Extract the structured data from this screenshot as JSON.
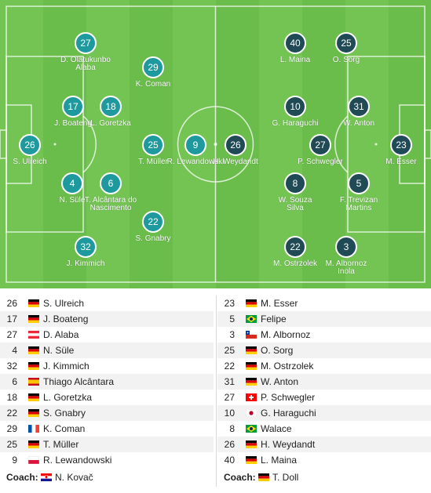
{
  "colors": {
    "home": "#1e9a9e",
    "away": "#1f4a56",
    "grass_light": "#74c454",
    "grass_dark": "#6abd4a"
  },
  "home": {
    "players": [
      {
        "number": "27",
        "name": "D. Olatukunbo Alaba"
      },
      {
        "number": "29",
        "name": "K. Coman"
      },
      {
        "number": "17",
        "name": "J. Boateng"
      },
      {
        "number": "18",
        "name": "L. Goretzka"
      },
      {
        "number": "26",
        "name": "S. Ulreich"
      },
      {
        "number": "25",
        "name": "T. Müller"
      },
      {
        "number": "9",
        "name": "R. Lewandowski"
      },
      {
        "number": "4",
        "name": "N. Süle"
      },
      {
        "number": "6",
        "name": "T. Alcântara do Nascimento"
      },
      {
        "number": "22",
        "name": "S. Gnabry"
      },
      {
        "number": "32",
        "name": "J. Kimmich"
      }
    ],
    "list": [
      {
        "number": "26",
        "flag": "germany-flag",
        "name": "S. Ulreich"
      },
      {
        "number": "17",
        "flag": "germany-flag",
        "name": "J. Boateng"
      },
      {
        "number": "27",
        "flag": "austria-flag",
        "name": "D. Alaba"
      },
      {
        "number": "4",
        "flag": "germany-flag",
        "name": "N. Süle"
      },
      {
        "number": "32",
        "flag": "germany-flag",
        "name": "J. Kimmich"
      },
      {
        "number": "6",
        "flag": "spain-flag",
        "name": "Thiago Alcântara"
      },
      {
        "number": "18",
        "flag": "germany-flag",
        "name": "L. Goretzka"
      },
      {
        "number": "22",
        "flag": "germany-flag",
        "name": "S. Gnabry"
      },
      {
        "number": "29",
        "flag": "france-flag",
        "name": "K. Coman"
      },
      {
        "number": "25",
        "flag": "germany-flag",
        "name": "T. Müller"
      },
      {
        "number": "9",
        "flag": "poland-flag",
        "name": "R. Lewandowski"
      }
    ],
    "coach": {
      "label": "Coach:",
      "flag": "croatia-flag",
      "name": "N. Kovač"
    }
  },
  "away": {
    "players": [
      {
        "number": "40",
        "name": "L. Maina"
      },
      {
        "number": "25",
        "name": "O. Sorg"
      },
      {
        "number": "10",
        "name": "G. Haraguchi"
      },
      {
        "number": "31",
        "name": "W. Anton"
      },
      {
        "number": "27",
        "name": "P. Schwegler"
      },
      {
        "number": "23",
        "name": "M. Esser"
      },
      {
        "number": "26",
        "name": "H. Weydandt"
      },
      {
        "number": "8",
        "name": "W. Souza Silva"
      },
      {
        "number": "5",
        "name": "F. Trevizan Martins"
      },
      {
        "number": "22",
        "name": "M. Ostrzolek"
      },
      {
        "number": "3",
        "name": "M. Albornoz Inola"
      }
    ],
    "list": [
      {
        "number": "23",
        "flag": "germany-flag",
        "name": "M. Esser"
      },
      {
        "number": "5",
        "flag": "brazil-flag",
        "name": "Felipe"
      },
      {
        "number": "3",
        "flag": "chile-flag",
        "name": "M. Albornoz"
      },
      {
        "number": "25",
        "flag": "germany-flag",
        "name": "O. Sorg"
      },
      {
        "number": "22",
        "flag": "germany-flag",
        "name": "M. Ostrzolek"
      },
      {
        "number": "31",
        "flag": "germany-flag",
        "name": "W. Anton"
      },
      {
        "number": "27",
        "flag": "switzerland-flag",
        "name": "P. Schwegler"
      },
      {
        "number": "10",
        "flag": "japan-flag",
        "name": "G. Haraguchi"
      },
      {
        "number": "8",
        "flag": "brazil-flag",
        "name": "Walace"
      },
      {
        "number": "26",
        "flag": "germany-flag",
        "name": "H. Weydandt"
      },
      {
        "number": "40",
        "flag": "germany-flag",
        "name": "L. Maina"
      }
    ],
    "coach": {
      "label": "Coach:",
      "flag": "germany-flag",
      "name": "T. Doll"
    }
  }
}
